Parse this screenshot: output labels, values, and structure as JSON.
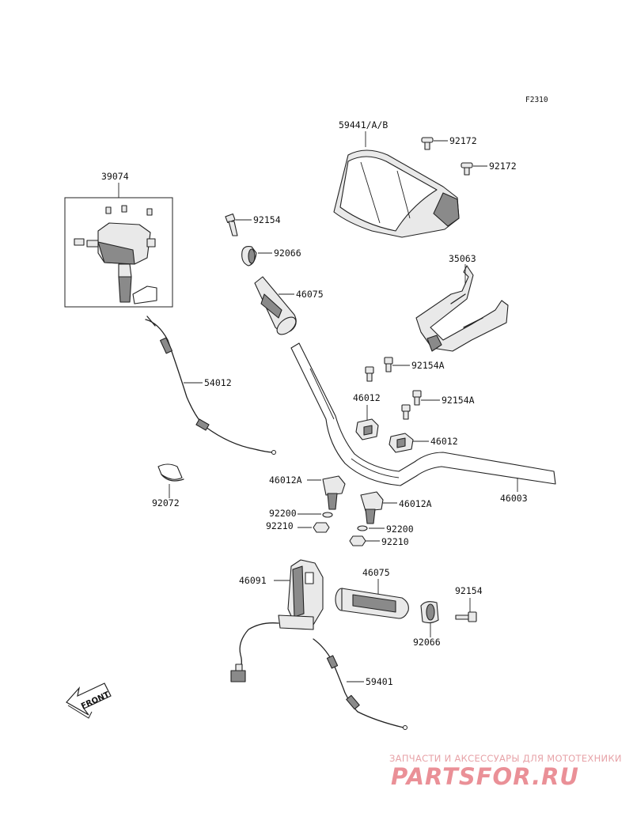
{
  "figure_code": "F2310",
  "labels": {
    "l_59441": "59441/A/B",
    "l_92172_a": "92172",
    "l_92172_b": "92172",
    "l_39074": "39074",
    "l_92154_a": "92154",
    "l_92066_a": "92066",
    "l_46075_a": "46075",
    "l_35063": "35063",
    "l_92154A_a": "92154A",
    "l_46012_a": "46012",
    "l_92154A_b": "92154A",
    "l_54012": "54012",
    "l_46012_b": "46012",
    "l_92072": "92072",
    "l_46012A_a": "46012A",
    "l_46012A_b": "46012A",
    "l_46003": "46003",
    "l_92200_a": "92200",
    "l_92210_a": "92210",
    "l_92200_b": "92200",
    "l_92210_b": "92210",
    "l_46091": "46091",
    "l_46075_b": "46075",
    "l_92154_b": "92154",
    "l_92066_b": "92066",
    "l_59401": "59401"
  },
  "front_arrow": "FRONT",
  "watermark": {
    "line1": "ЗАПЧАСТИ И АКСЕССУАРЫ ДЛЯ МОТОТЕХНИКИ",
    "line2": "PARTSFOR.RU",
    "color": "#ea9097"
  }
}
